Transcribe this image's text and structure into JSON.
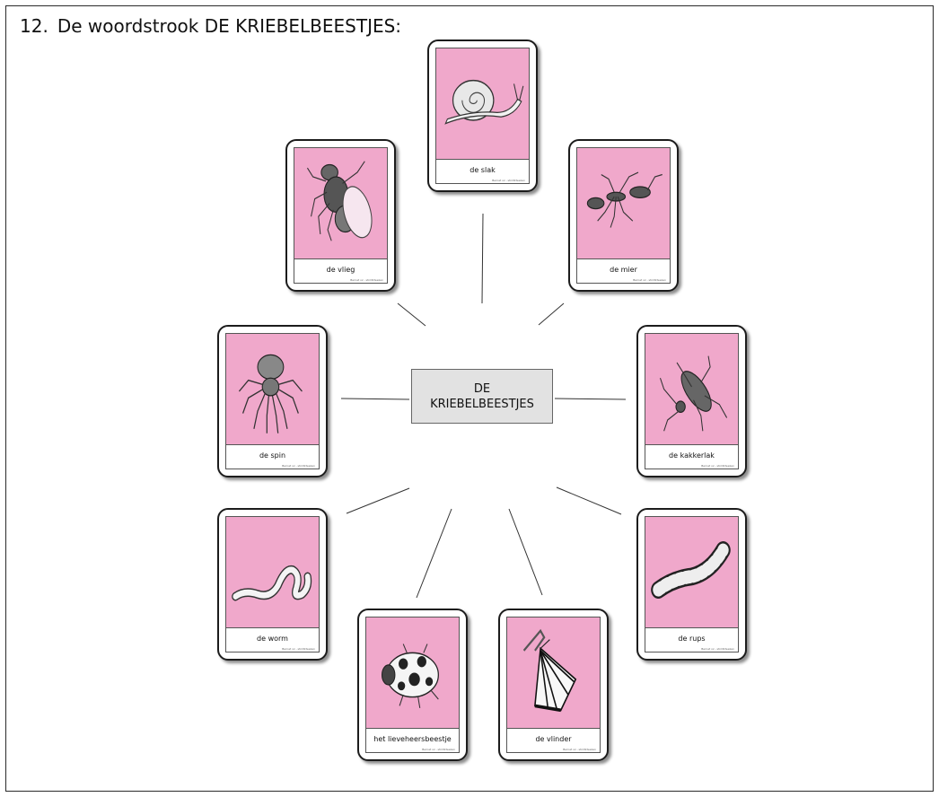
{
  "heading": {
    "number": "12.",
    "text": "De woordstrook DE KRIEBELBEESTJES:"
  },
  "center": {
    "line1": "DE",
    "line2": "KRIEBELBEESTJES"
  },
  "cards": [
    {
      "id": "slak",
      "label": "de slak",
      "icon": "snail-icon"
    },
    {
      "id": "vlieg",
      "label": "de vlieg",
      "icon": "fly-icon"
    },
    {
      "id": "mier",
      "label": "de mier",
      "icon": "ant-icon"
    },
    {
      "id": "spin",
      "label": "de spin",
      "icon": "spider-icon"
    },
    {
      "id": "kakkerlak",
      "label": "de kakkerlak",
      "icon": "cockroach-icon"
    },
    {
      "id": "worm",
      "label": "de worm",
      "icon": "worm-icon"
    },
    {
      "id": "rups",
      "label": "de rups",
      "icon": "caterpillar-icon"
    },
    {
      "id": "lieveheersbeestje",
      "label": "het lieveheersbeestje",
      "icon": "ladybug-icon"
    },
    {
      "id": "vlinder",
      "label": "de vlinder",
      "icon": "butterfly-icon"
    }
  ],
  "copyright": "Bernet vz - stnlitkteeken",
  "colors": {
    "card_background": "#f0a8cb",
    "center_box": "#e2e2e2"
  }
}
